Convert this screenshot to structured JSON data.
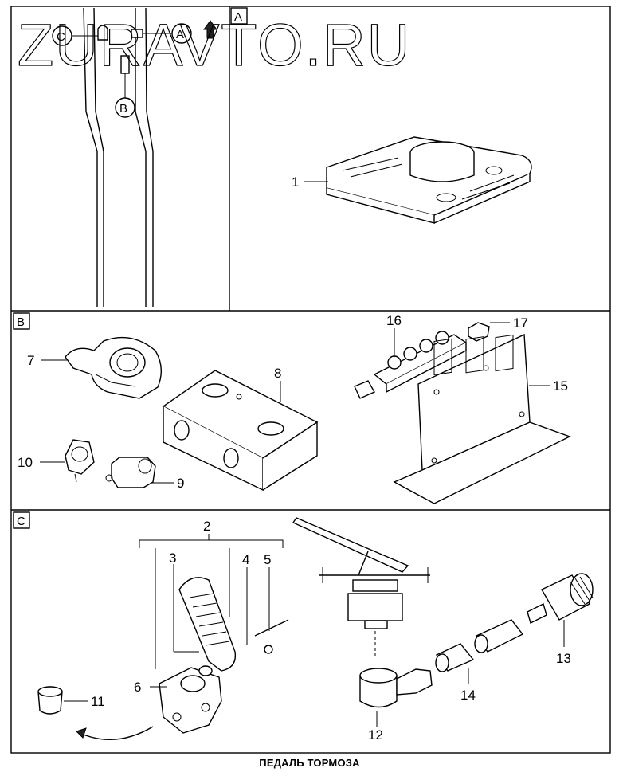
{
  "watermark": "ZURAVTO.RU",
  "caption": "ПЕДАЛЬ ТОРМОЗА",
  "sections": {
    "a": "A",
    "b": "B",
    "c": "C"
  },
  "callouts_a": {
    "c": "C",
    "a": "A",
    "b": "B"
  },
  "parts": {
    "p1": "1",
    "p2": "2",
    "p3": "3",
    "p4": "4",
    "p5": "5",
    "p6": "6",
    "p7": "7",
    "p8": "8",
    "p9": "9",
    "p10": "10",
    "p11": "11",
    "p12": "12",
    "p13": "13",
    "p14": "14",
    "p15": "15",
    "p16": "16",
    "p17": "17"
  }
}
